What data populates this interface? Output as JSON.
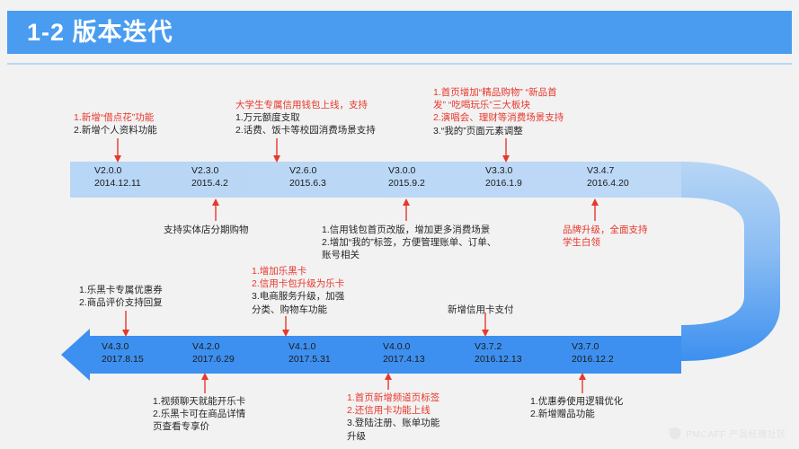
{
  "slide": {
    "title": "1-2 版本迭代",
    "title_bg": "#4a9cf0",
    "bg": "#f2f2f2",
    "red": "#e8372c",
    "bar_top_color": "#b8d6f5",
    "bar_bottom_color": "#3d90ef"
  },
  "timeline": {
    "top_versions": [
      {
        "version": "V2.0.0",
        "date": "2014.12.11"
      },
      {
        "version": "V2.3.0",
        "date": "2015.4.2"
      },
      {
        "version": "V2.6.0",
        "date": "2015.6.3"
      },
      {
        "version": "V3.0.0",
        "date": "2015.9.2"
      },
      {
        "version": "V3.3.0",
        "date": "2016.1.9"
      },
      {
        "version": "V3.4.7",
        "date": "2016.4.20"
      }
    ],
    "bottom_versions": [
      {
        "version": "V4.3.0",
        "date": "2017.8.15"
      },
      {
        "version": "V4.2.0",
        "date": "2017.6.29"
      },
      {
        "version": "V4.1.0",
        "date": "2017.5.31"
      },
      {
        "version": "V4.0.0",
        "date": "2017.4.13"
      },
      {
        "version": "V3.7.2",
        "date": "2016.12.13"
      },
      {
        "version": "V3.7.0",
        "date": "2016.12.2"
      }
    ]
  },
  "annotations": {
    "a1": {
      "lines": [
        {
          "text": "1.新增“借点花”功能",
          "color": "red"
        },
        {
          "text": "2.新增个人资料功能",
          "color": "black"
        }
      ]
    },
    "a2": {
      "lines": [
        {
          "text": "大学生专属信用钱包上线，支持",
          "color": "red"
        },
        {
          "text": "1.万元额度支取",
          "color": "black"
        },
        {
          "text": "2.话费、饭卡等校园消费场景支持",
          "color": "black"
        }
      ]
    },
    "a3": {
      "lines": [
        {
          "text": "1.首页增加“精品购物”  “新品首",
          "color": "red"
        },
        {
          "text": "发”  “吃喝玩乐”三大板块",
          "color": "red"
        },
        {
          "text": "2.演唱会、理财等消费场景支持",
          "color": "red"
        },
        {
          "text": "3.“我的”页面元素调整",
          "color": "black"
        }
      ]
    },
    "a4": {
      "lines": [
        {
          "text": "支持实体店分期购物",
          "color": "black"
        }
      ]
    },
    "a5": {
      "lines": [
        {
          "text": "1.信用钱包首页改版，增加更多消费场景",
          "color": "black"
        },
        {
          "text": "2.增加“我的”标签，方便管理账单、订单、",
          "color": "black"
        },
        {
          "text": "账号相关",
          "color": "black"
        }
      ]
    },
    "a6": {
      "lines": [
        {
          "text": "品牌升级，全面支持",
          "color": "red"
        },
        {
          "text": "学生白领",
          "color": "red"
        }
      ]
    },
    "a7": {
      "lines": [
        {
          "text": "1.乐黑卡专属优惠券",
          "color": "black"
        },
        {
          "text": "2.商品评价支持回复",
          "color": "black"
        }
      ]
    },
    "a8": {
      "lines": [
        {
          "text": "1.增加乐黑卡",
          "color": "red"
        },
        {
          "text": "2.信用卡包升级为乐卡",
          "color": "red"
        },
        {
          "text": "3.电商服务升级，加强",
          "color": "black"
        },
        {
          "text": "分类、购物车功能",
          "color": "black"
        }
      ]
    },
    "a9": {
      "lines": [
        {
          "text": "新增信用卡支付",
          "color": "black"
        }
      ]
    },
    "a10": {
      "lines": [
        {
          "text": "1.视频聊天就能开乐卡",
          "color": "black"
        },
        {
          "text": "2.乐黑卡可在商品详情",
          "color": "black"
        },
        {
          "text": "页查看专享价",
          "color": "black"
        }
      ]
    },
    "a11": {
      "lines": [
        {
          "text": "1.首页新增频道页标签",
          "color": "red"
        },
        {
          "text": "2.还信用卡功能上线",
          "color": "red"
        },
        {
          "text": "3.登陆注册、账单功能",
          "color": "black"
        },
        {
          "text": "升级",
          "color": "black"
        }
      ]
    },
    "a12": {
      "lines": [
        {
          "text": "1.优惠券使用逻辑优化",
          "color": "black"
        },
        {
          "text": "2.新增赠品功能",
          "color": "black"
        }
      ]
    }
  },
  "watermark": {
    "text": "PMCAFF 产品经理社区"
  }
}
